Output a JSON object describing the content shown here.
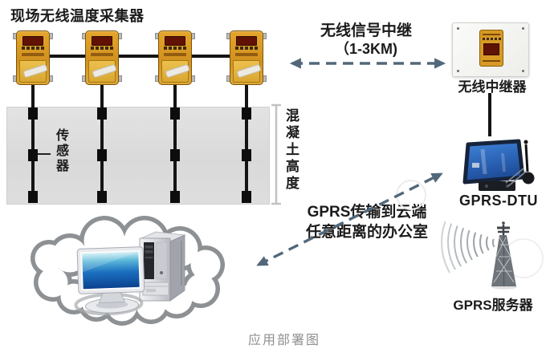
{
  "diagram": {
    "title": "现场无线温度采集器",
    "caption": "应用部署图",
    "labels": {
      "sensor": "传感器",
      "concrete_height": "混凝土高度",
      "relay_link_line1": "无线信号中继",
      "relay_link_line2": "（1-3KM)",
      "repeater": "无线中继器",
      "dtu": "GPRS-DTU",
      "transmission_line1": "GPRS传输到云端",
      "transmission_line2": "任意距离的办公室",
      "server": "GPRS服务器"
    },
    "topology": {
      "collector_count": 4,
      "sensor_columns": 4,
      "sensors_per_column": 3,
      "relay_range": "1-3KM"
    },
    "colors": {
      "collector_yellow": "#d79b28",
      "dtu_blue": "#2e6fc1",
      "arrow_slate": "#52687a",
      "slab_gray": "#dbdbdb",
      "cloud_outline": "#8d9194",
      "text_black": "#1b1b1b",
      "caption_gray": "#8f8f8f"
    },
    "icons": [
      "temperature-collector-icon",
      "wireless-repeater-icon",
      "gprs-dtu-icon",
      "antenna-icon",
      "radio-tower-icon",
      "radio-waves-icon",
      "cloud-icon",
      "desktop-computer-icon",
      "sensor-node-icon",
      "dimension-bracket-icon",
      "dashed-arrow-icon"
    ]
  }
}
